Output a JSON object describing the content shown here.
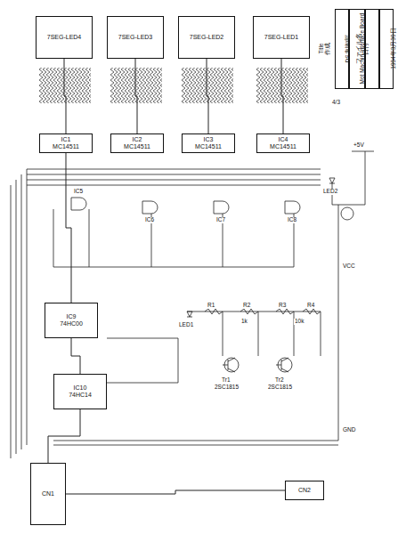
{
  "diagram": {
    "nodes": [
      {
        "text": [
          "7SEG-LED4"
        ]
      },
      {
        "text": [
          "7SEG-LED3"
        ]
      },
      {
        "text": [
          "7SEG-LED2"
        ]
      },
      {
        "text": [
          "7SEG-LED1"
        ]
      },
      {
        "text": [
          "IC1",
          "MC14511"
        ]
      },
      {
        "text": [
          "IC2",
          "MC14511"
        ]
      },
      {
        "text": [
          "IC3",
          "MC14511"
        ]
      },
      {
        "text": [
          "IC4",
          "MC14511"
        ]
      },
      {
        "text": [
          "IC9",
          "74HC00"
        ]
      },
      {
        "text": [
          "IC10",
          "74HC14"
        ]
      },
      {
        "text": [
          "CN1"
        ]
      },
      {
        "text": [
          "作成",
          "DS 制御部"
        ]
      },
      {
        "text": [
          "Title",
          "Mot Machin Interface Board"
        ]
      },
      {
        "text": [
          "ファイル名",
          "MMI_2WD"
        ]
      },
      {
        "text": [
          "日付",
          "1994年3月30日"
        ]
      },
      {
        "text": [
          "CN2"
        ]
      }
    ],
    "edges": [
      {
        "from": 4,
        "to": 0,
        "arrow": "none"
      },
      {
        "from": 5,
        "to": 1,
        "arrow": "none"
      },
      {
        "from": 6,
        "to": 2,
        "arrow": "none"
      },
      {
        "from": 7,
        "to": 3,
        "arrow": "none"
      },
      {
        "from": 8,
        "to": 4,
        "arrow": "none"
      },
      {
        "from": 9,
        "to": 8,
        "arrow": "none"
      },
      {
        "from": 10,
        "to": 9,
        "arrow": "none"
      },
      {
        "from": 10,
        "to": 15,
        "arrow": "none"
      }
    ],
    "labels": [
      "IC5",
      "IC6",
      "IC7",
      "IC8",
      "R1",
      "R2",
      "R3",
      "R4",
      "Tr1",
      "Tr2",
      "2SC1815",
      "2SC1815",
      "LED1",
      "LED2",
      "VCC",
      "GND",
      "1k",
      "10k",
      "4/3",
      "+5V"
    ]
  }
}
